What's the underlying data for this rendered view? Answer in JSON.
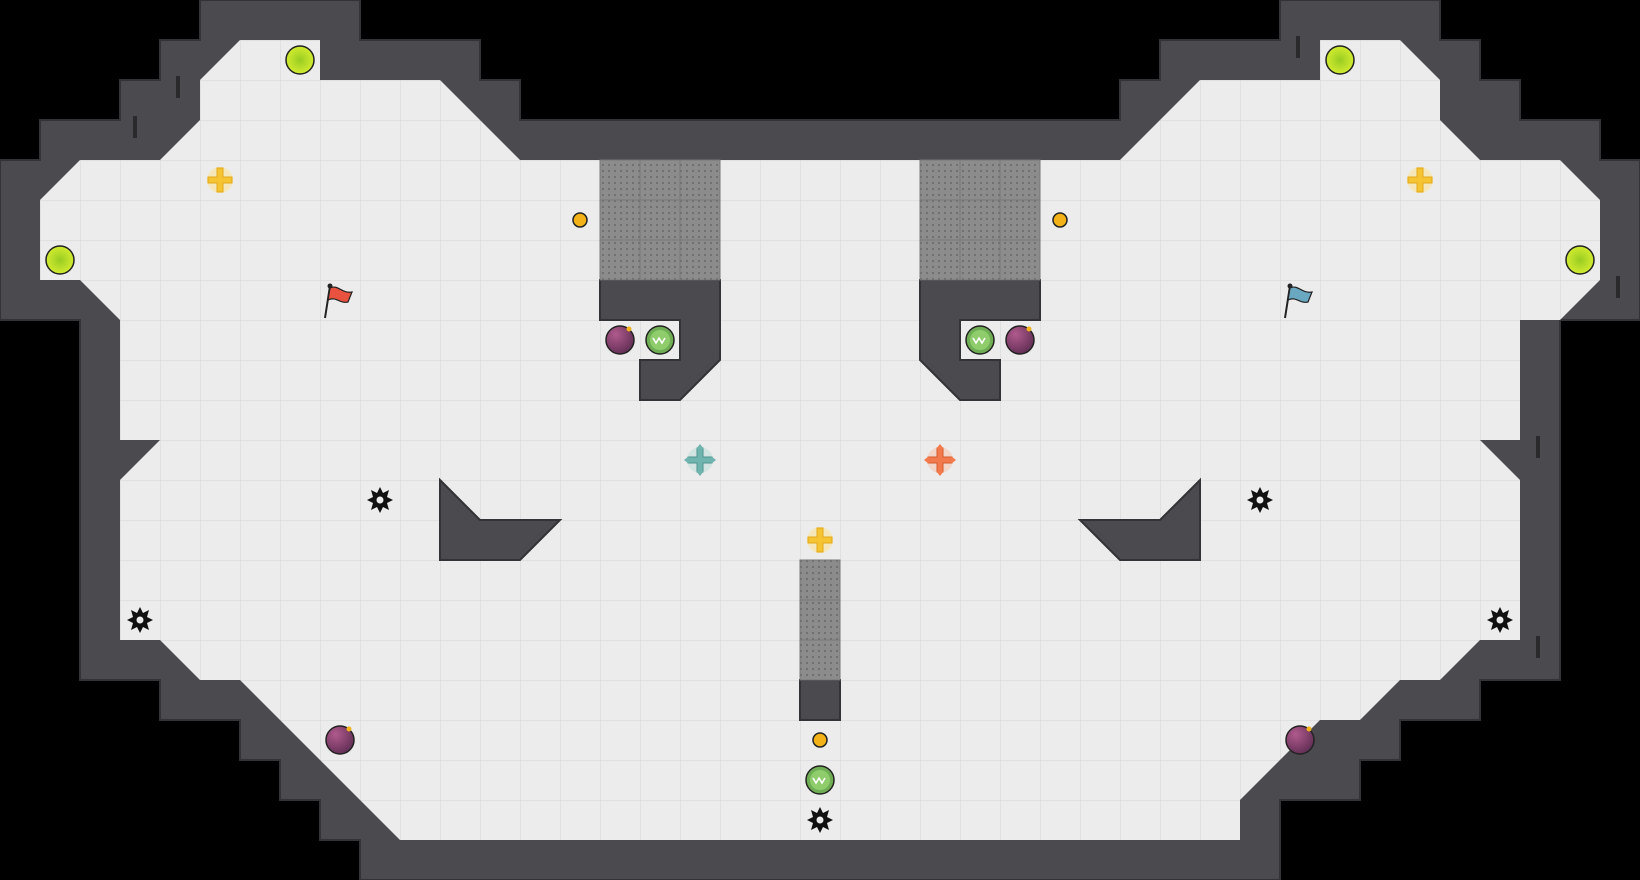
{
  "map": {
    "colors": {
      "background": "#000000",
      "wall_fill": "#4a4a4f",
      "wall_stroke": "#3a3a3e",
      "floor_fill": "#ececec",
      "grid_line": "#d8d8da",
      "vent_fill": "#8c8c8c",
      "bomb_fill": "#8a3f6b",
      "shield_fill": "#6fae54",
      "boost_pad": "#ccee22",
      "coin": "#f2b218",
      "red_team": "#e8523f",
      "blue_team": "#6aa8c2",
      "spawn_neutral": "#f7c431",
      "spawn_teal": "#6fb4ae",
      "spawn_orange": "#f27a4c",
      "spike": "#111111"
    },
    "flags": [
      {
        "team": "red",
        "icon": "red-flag-icon"
      },
      {
        "team": "blue",
        "icon": "blue-flag-icon"
      }
    ],
    "spawn_points": [
      {
        "icon": "yellow-spawn-icon"
      },
      {
        "icon": "yellow-spawn-icon"
      },
      {
        "icon": "yellow-spawn-icon"
      },
      {
        "icon": "teal-spawn-icon"
      },
      {
        "icon": "orange-spawn-icon"
      }
    ],
    "powerup_icons": [
      "bomb-icon",
      "shield-icon",
      "boost-pad-icon",
      "coin-icon",
      "spike-icon"
    ],
    "tile_types": [
      "wall",
      "floor",
      "vent"
    ]
  }
}
